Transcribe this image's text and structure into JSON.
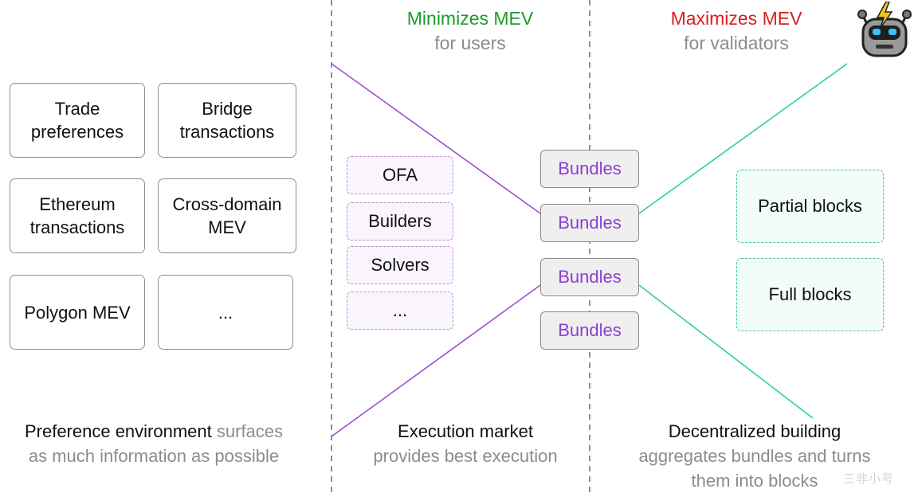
{
  "header": {
    "middle_title": "Minimizes MEV",
    "middle_subtitle": "for users",
    "right_title": "Maximizes MEV",
    "right_subtitle": "for validators",
    "middle_title_color": "#1f9a2a",
    "right_title_color": "#d61f1f"
  },
  "preference_boxes": [
    {
      "line1": "Trade",
      "line2": "preferences"
    },
    {
      "line1": "Bridge",
      "line2": "transactions"
    },
    {
      "line1": "Ethereum",
      "line2": "transactions"
    },
    {
      "line1": "Cross-domain",
      "line2": "MEV"
    },
    {
      "line1": "Polygon MEV",
      "line2": ""
    },
    {
      "line1": "...",
      "line2": ""
    }
  ],
  "execution_boxes": [
    "OFA",
    "Builders",
    "Solvers",
    "..."
  ],
  "bundles": [
    "Bundles",
    "Bundles",
    "Bundles",
    "Bundles"
  ],
  "block_boxes": [
    "Partial blocks",
    "Full blocks"
  ],
  "captions": {
    "left_bold": "Preference environment",
    "left_gray_1": " surfaces",
    "left_gray_2": "as much information as possible",
    "middle_bold": "Execution market",
    "middle_gray": "provides best execution",
    "right_bold": "Decentralized building",
    "right_gray_1": "aggregates bundles and turns",
    "right_gray_2": "them into blocks"
  },
  "icons": {
    "robot": "robot-icon",
    "bolt": "lightning-bolt-icon"
  },
  "colors": {
    "purple_line": "#9b4fd6",
    "teal_line": "#2fcca6",
    "bundle_text": "#8a3fd1"
  },
  "watermark": "三非小号"
}
